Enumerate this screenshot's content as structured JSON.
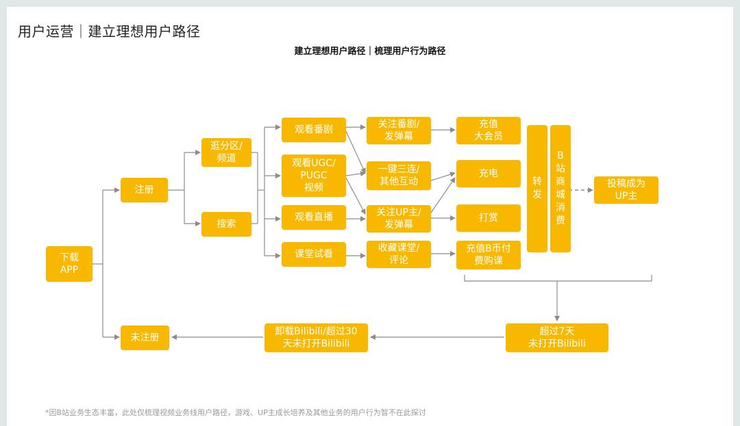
{
  "page_title": "用户运营｜建立理想用户路径",
  "diagram_title": "建立理想用户路径｜梳理用户行为路径",
  "nodes": {
    "download": "下载\nAPP",
    "register": "注册",
    "unregistered": "未注册",
    "browse": "逛分区/\n频道",
    "search": "搜索",
    "watch_drama": "观看番剧",
    "watch_ugc": "观看UGC/\nPUGC\n视频",
    "watch_live": "观看直播",
    "class_trial": "课堂试看",
    "follow_drama": "关注番剧/\n发弹幕",
    "triple": "一键三连/\n其他互动",
    "follow_up": "关注UP主/\n发弹幕",
    "collect_class": "收藏课堂/\n评论",
    "vip": "充值\n大会员",
    "charge": "充电",
    "tip": "打赏",
    "bcoin": "充值B币付\n费购课",
    "share": "转\n发",
    "mall": "B\n站\n商\n城\n消\n费",
    "become_up": "投稿成为\nUP主",
    "over_7_days": "超过7天\n未打开Bilibili",
    "uninstall": "卸载Bilibili/超过30\n天未打开Bilibili"
  },
  "footnote": "*因B站业务生态丰富，此处仅梳理视频业务线用户路径，游戏、UP主成长培养及其他业务的用户行为暂不在此探讨",
  "colors": {
    "node": "#f8b800",
    "connector": "#8c8c8c",
    "background": "#dfe8e6"
  }
}
